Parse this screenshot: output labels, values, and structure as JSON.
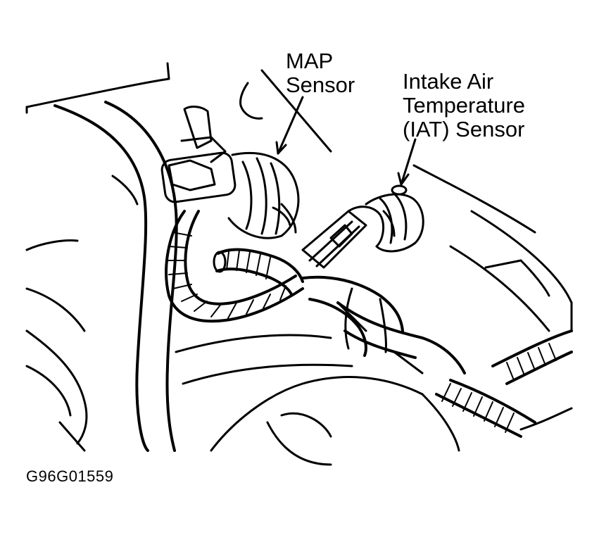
{
  "labels": {
    "map_line1": "MAP",
    "map_line2": "Sensor",
    "iat_line1": "Intake Air",
    "iat_line2": "Temperature",
    "iat_line3": "(IAT) Sensor"
  },
  "figure_id": "G96G01559",
  "colors": {
    "ink": "#000000",
    "paper": "#ffffff"
  }
}
